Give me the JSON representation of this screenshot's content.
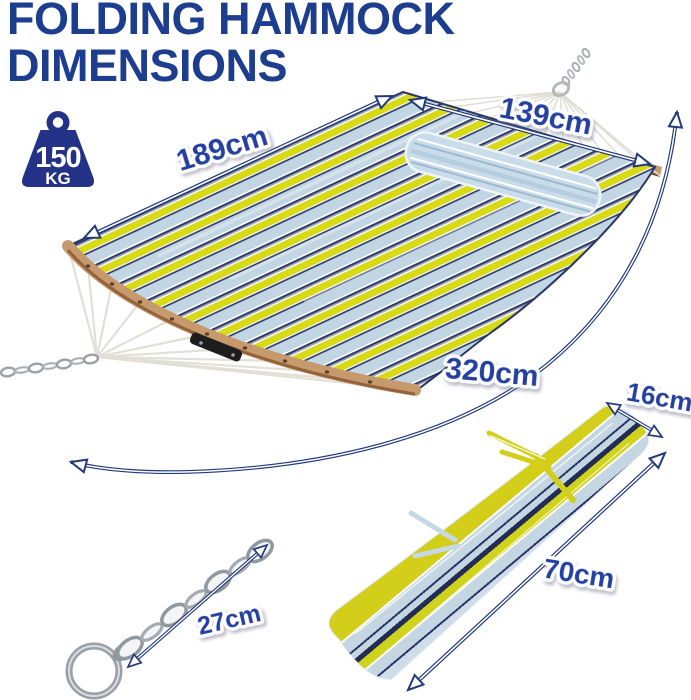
{
  "title": {
    "line1": "FOLDING HAMMOCK",
    "line2": "DIMENSIONS"
  },
  "capacity": {
    "value": "150",
    "unit": "KG"
  },
  "dimensions": {
    "bed_length": "189cm",
    "bed_width": "139cm",
    "overall_length": "320cm",
    "folded_diameter": "16cm",
    "folded_length": "70cm",
    "chain_length": "27cm"
  },
  "icons": {
    "weight": "weight-capacity-icon",
    "hammock": "hammock-illustration",
    "folded_hammock": "folded-hammock-illustration",
    "chain_ring": "chain-with-ring-illustration"
  },
  "colors": {
    "title_blue": "#1d3d8f",
    "label_blue": "#2440a0",
    "arrow_navy": "#223a7c",
    "badge_navy": "#233286",
    "stripe_yellow": "#d8da16",
    "stripe_light_blue": "#c2d5e2",
    "stripe_navy": "#2b3768",
    "wood_tan": "#c79a6e",
    "chain_silver": "#9aa0a6"
  }
}
